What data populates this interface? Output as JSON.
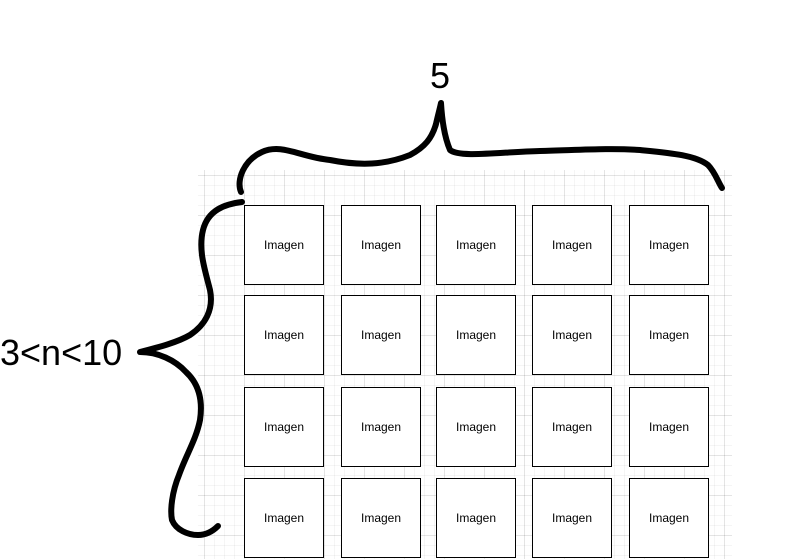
{
  "diagram": {
    "column_count_label": "5",
    "row_count_label": "3<n<10",
    "tile_label": "Imagen",
    "columns": 5,
    "visible_rows": 4,
    "tiles": [
      [
        "Imagen",
        "Imagen",
        "Imagen",
        "Imagen",
        "Imagen"
      ],
      [
        "Imagen",
        "Imagen",
        "Imagen",
        "Imagen",
        "Imagen"
      ],
      [
        "Imagen",
        "Imagen",
        "Imagen",
        "Imagen",
        "Imagen"
      ],
      [
        "Imagen",
        "Imagen",
        "Imagen",
        "Imagen",
        "Imagen"
      ]
    ]
  },
  "colors": {
    "background": "#ffffff",
    "stroke": "#000000",
    "grid": "#e6e6e6"
  }
}
